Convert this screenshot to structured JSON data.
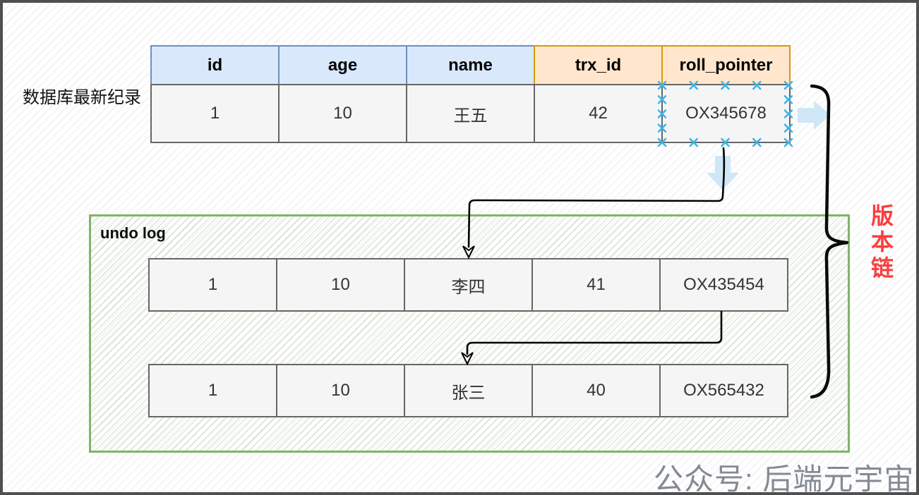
{
  "labels": {
    "latest_record": "数据库最新纪录",
    "version_chain": "版本链",
    "watermark": "公众号: 后端元宇宙"
  },
  "main_table": {
    "headers": [
      "id",
      "age",
      "name",
      "trx_id",
      "roll_pointer"
    ],
    "row": [
      "1",
      "10",
      "王五",
      "42",
      "OX345678"
    ]
  },
  "undo_log": {
    "label": "undo log",
    "rows": [
      [
        "1",
        "10",
        "李四",
        "41",
        "OX435454"
      ],
      [
        "1",
        "10",
        "张三",
        "40",
        "OX565432"
      ]
    ]
  },
  "colors": {
    "header_blue_bg": "#DAE8FC",
    "header_blue_border": "#6C8EBF",
    "header_orange_bg": "#FFE6CC",
    "header_orange_border": "#D79B00",
    "cell_bg": "#F5F5F5",
    "cell_border": "#666666",
    "undo_box_border": "#82B366",
    "selection_mark_blue": "#3FB3E8",
    "pale_arrow_blue": "#CCE5F6",
    "version_chain_red": "#FA3E3E",
    "watermark_gray": "#838A93"
  }
}
